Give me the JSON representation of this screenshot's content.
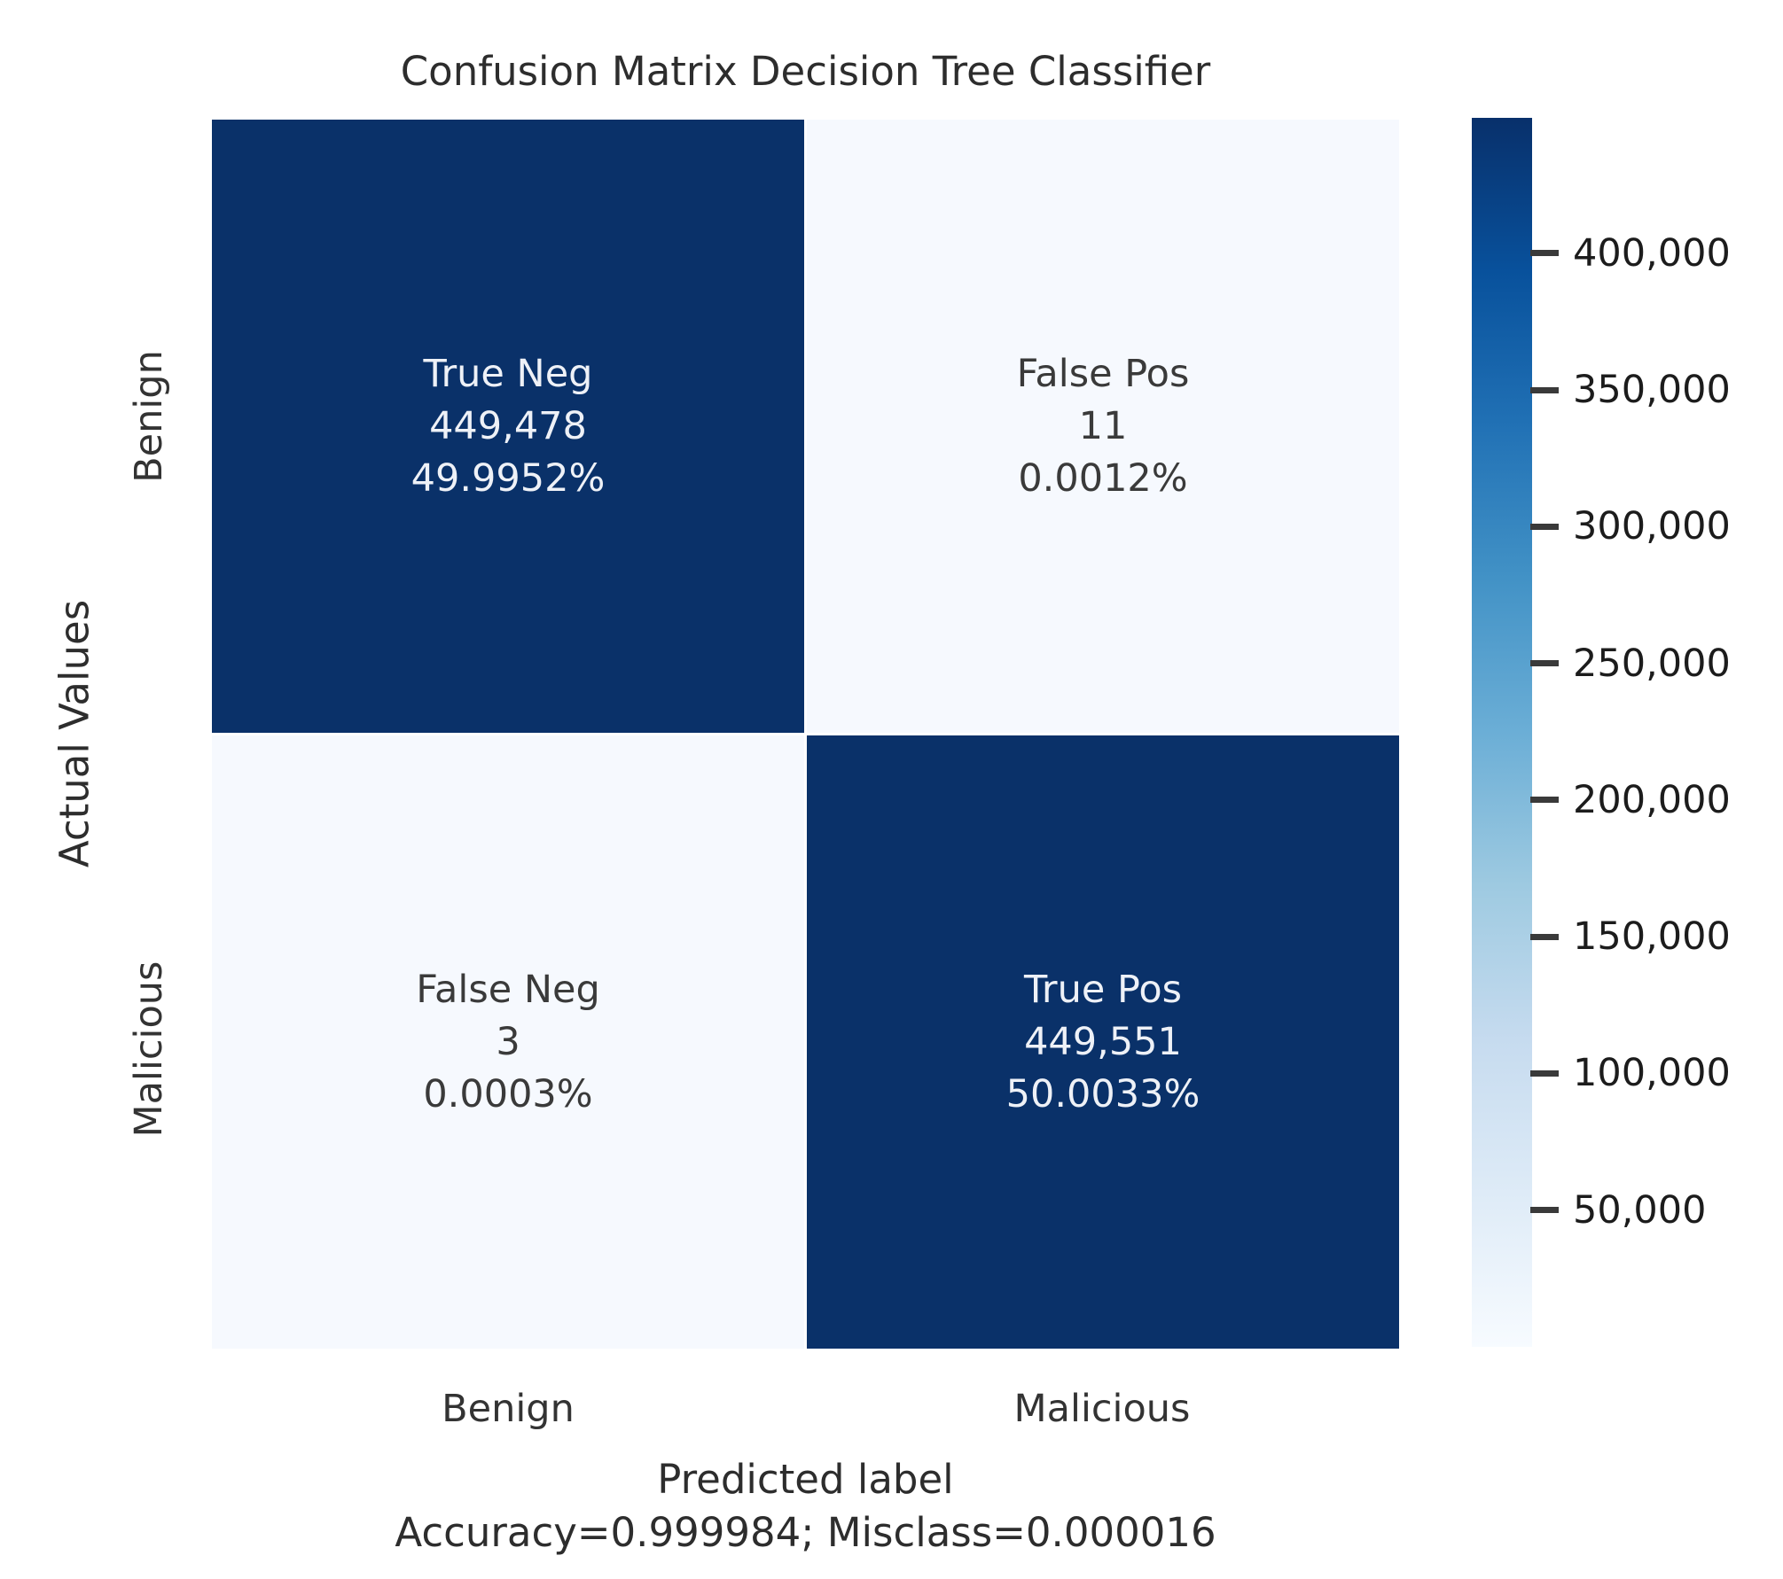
{
  "chart_data": {
    "type": "heatmap",
    "title": "Confusion Matrix Decision Tree Classifier",
    "xlabel": "Predicted label",
    "xlabel_sub": "Accuracy=0.999984; Misclass=0.000016",
    "ylabel": "Actual Values",
    "x_categories": [
      "Benign",
      "Malicious"
    ],
    "y_categories": [
      "Benign",
      "Malicious"
    ],
    "cells": [
      {
        "row": "Benign",
        "col": "Benign",
        "label": "True Neg",
        "count": "449,478",
        "percent": "49.9952%",
        "value": 449478,
        "shade": "dark"
      },
      {
        "row": "Benign",
        "col": "Malicious",
        "label": "False Pos",
        "count": "11",
        "percent": "0.0012%",
        "value": 11,
        "shade": "light"
      },
      {
        "row": "Malicious",
        "col": "Benign",
        "label": "False Neg",
        "count": "3",
        "percent": "0.0003%",
        "value": 3,
        "shade": "light"
      },
      {
        "row": "Malicious",
        "col": "Malicious",
        "label": "True Pos",
        "count": "449,551",
        "percent": "50.0033%",
        "value": 449551,
        "shade": "dark"
      }
    ],
    "colorbar": {
      "colormap": "Blues",
      "vmin": 3,
      "vmax": 449551,
      "ticks": [
        "400,000",
        "350,000",
        "300,000",
        "250,000",
        "200,000",
        "150,000",
        "100,000",
        "50,000"
      ],
      "tick_values": [
        400000,
        350000,
        300000,
        250000,
        200000,
        150000,
        100000,
        50000
      ]
    },
    "colors": {
      "dark_cell": "#0a3169",
      "light_cell": "#f6f9fe",
      "text_on_dark": "#eef1f7",
      "text_on_light": "#3a3a3a"
    },
    "layout": {
      "grid": false,
      "legend": "colorbar-right"
    }
  }
}
